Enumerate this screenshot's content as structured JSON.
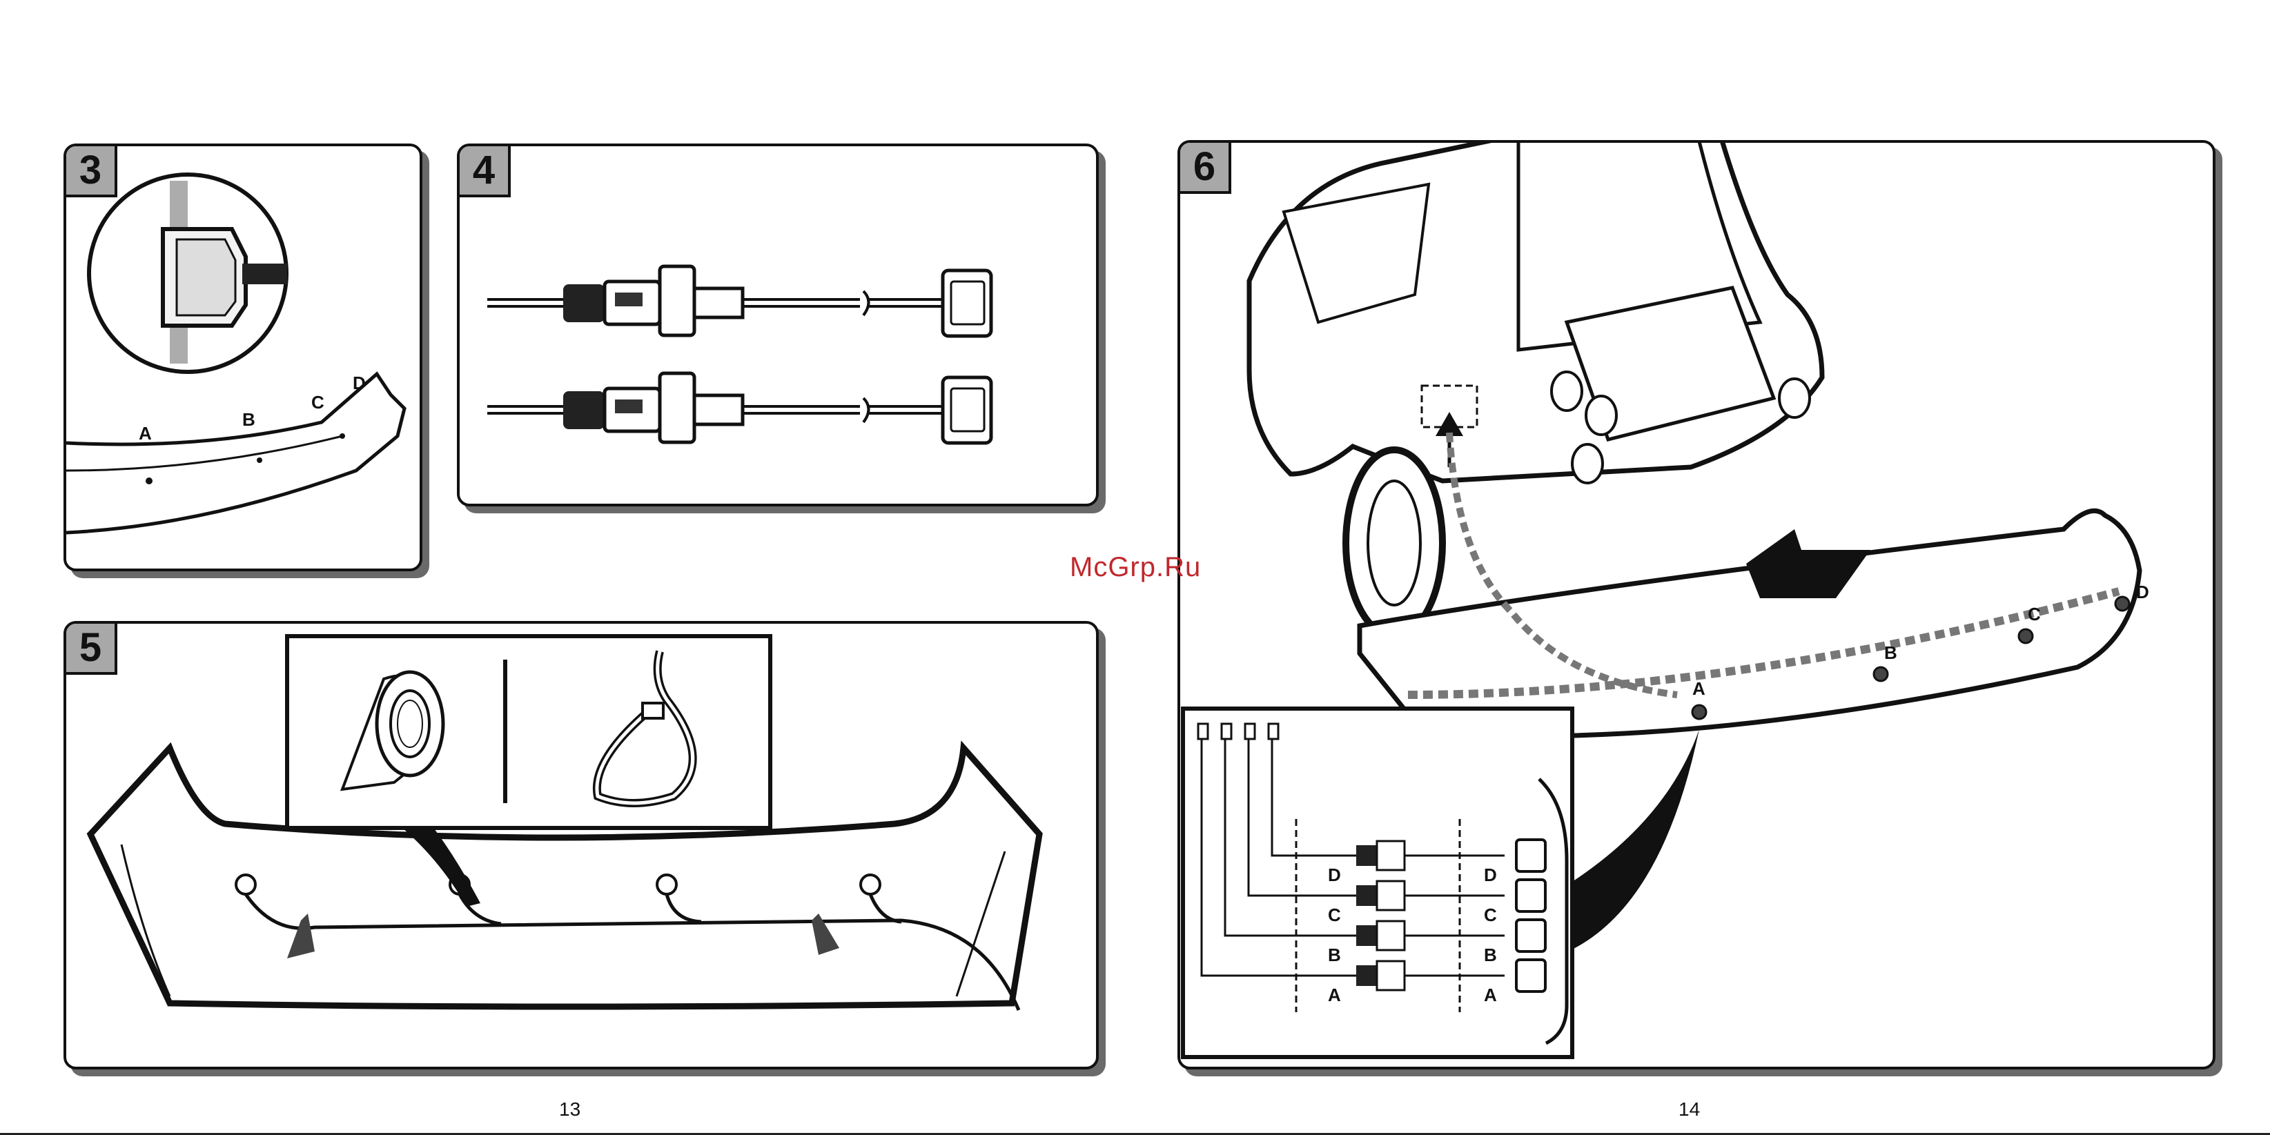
{
  "watermark": "McGrp.Ru",
  "pages": {
    "left": "13",
    "right": "14"
  },
  "steps": {
    "s3": {
      "number": "3",
      "labels": [
        "A",
        "B",
        "C",
        "D"
      ]
    },
    "s4": {
      "number": "4"
    },
    "s5": {
      "number": "5"
    },
    "s6": {
      "number": "6",
      "sensor_labels": [
        "A",
        "B",
        "C",
        "D"
      ],
      "connector_labels": [
        "D",
        "C",
        "B",
        "A"
      ]
    }
  }
}
